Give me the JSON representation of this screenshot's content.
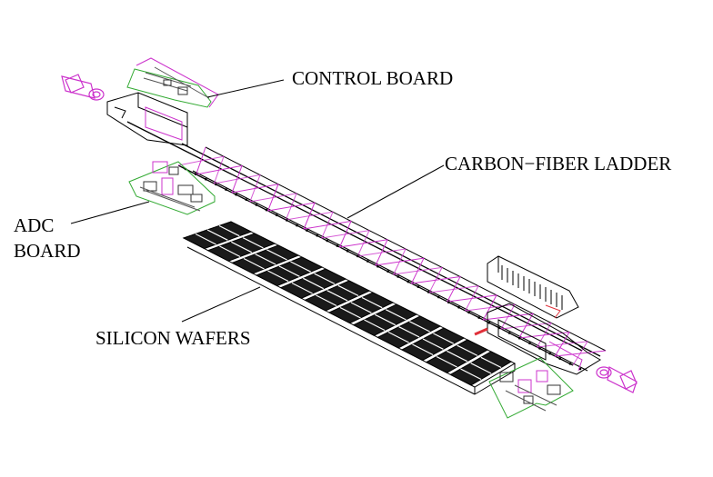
{
  "labels": {
    "control_board": "CONTROL BOARD",
    "carbon_fiber_ladder": "CARBON−FIBER LADDER",
    "adc_line1": "ADC",
    "adc_line2": "BOARD",
    "silicon_wafers": "SILICON WAFERS"
  },
  "colors": {
    "line": "#000000",
    "truss": "#cc33cc",
    "board": "#33aa33",
    "accent": "#e0303a"
  }
}
